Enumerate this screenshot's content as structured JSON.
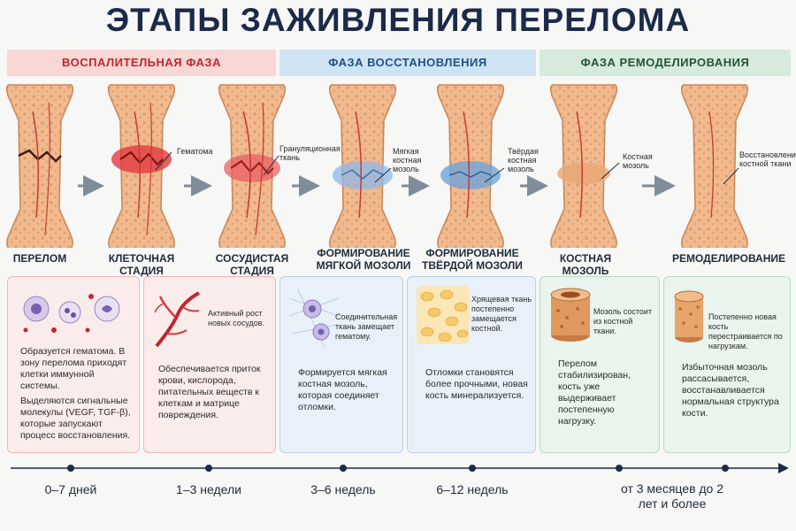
{
  "title": "ЭТАПЫ ЗАЖИВЛЕНИЯ ПЕРЕЛОМА",
  "phases": [
    {
      "label": "ВОСПАЛИТЕЛЬНАЯ ФАЗА",
      "color": "#c0272d"
    },
    {
      "label": "ФАЗА ВОССТАНОВЛЕНИЯ",
      "color": "#1f4f8a"
    },
    {
      "label": "ФАЗА РЕМОДЕЛИРОВАНИЯ",
      "color": "#245533"
    }
  ],
  "stages": [
    {
      "name": "ПЕРЕЛОМ",
      "bone_label": ""
    },
    {
      "name": "КЛЕТОЧНАЯ СТАДИЯ",
      "bone_label": "Гематома"
    },
    {
      "name": "СОСУДИСТАЯ СТАДИЯ",
      "bone_label": "Грануляционная ткань"
    },
    {
      "name": "ФОРМИРОВАНИЕ МЯГКОЙ МОЗОЛИ",
      "bone_label": "Мягкая костная мозоль"
    },
    {
      "name": "ФОРМИРОВАНИЕ ТВЁРДОЙ МОЗОЛИ",
      "bone_label": "Твёрдая костная мозоль"
    },
    {
      "name": "КОСТНАЯ МОЗОЛЬ",
      "bone_label": "Костная мозоль"
    },
    {
      "name": "РЕМОДЕЛИРОВАНИЕ",
      "bone_label": "Восстановление костной ткани"
    }
  ],
  "cards": [
    {
      "main": "Образуется гематома. В зону перелома приходят клетки иммунной системы.",
      "extra": "Выделяются сигнальные молекулы (VEGF, TGF-β), которые запускают процесс восстановления."
    },
    {
      "note": "Активный рост новых сосудов.",
      "main": "Обеспечивается приток крови, кислорода, питательных веществ к клеткам и матрице повреждения."
    },
    {
      "note": "Соединительная ткань замещает гематому.",
      "main": "Формируется мягкая костная мозоль, которая соединяет отломки."
    },
    {
      "note": "Хрящевая ткань постепенно замещается костной.",
      "main": "Отломки становятся более прочными, новая кость минерализуется."
    },
    {
      "note": "Мозоль состоит из костной ткани.",
      "main": "Перелом стабилизирован, кость уже выдерживает постепенную нагрузку."
    },
    {
      "note": "Постепенно новая кость перестраивается по нагрузкам.",
      "main": "Избыточная мозоль рассасывается, восстанавливается нормальная структура кости."
    }
  ],
  "timeline": [
    "0–7 дней",
    "1–3 недели",
    "3–6 недель",
    "6–12 недель",
    "от 3 месяцев до 2 лет и более"
  ],
  "colors": {
    "bone": "#f0b98e",
    "bone_edge": "#c98656",
    "hematoma": "#e23a3f",
    "soft_callus": "#8fb9e8",
    "hard_callus": "#6fa4dc",
    "navy": "#1c2a4a",
    "arrow": "#7f8d9b"
  }
}
